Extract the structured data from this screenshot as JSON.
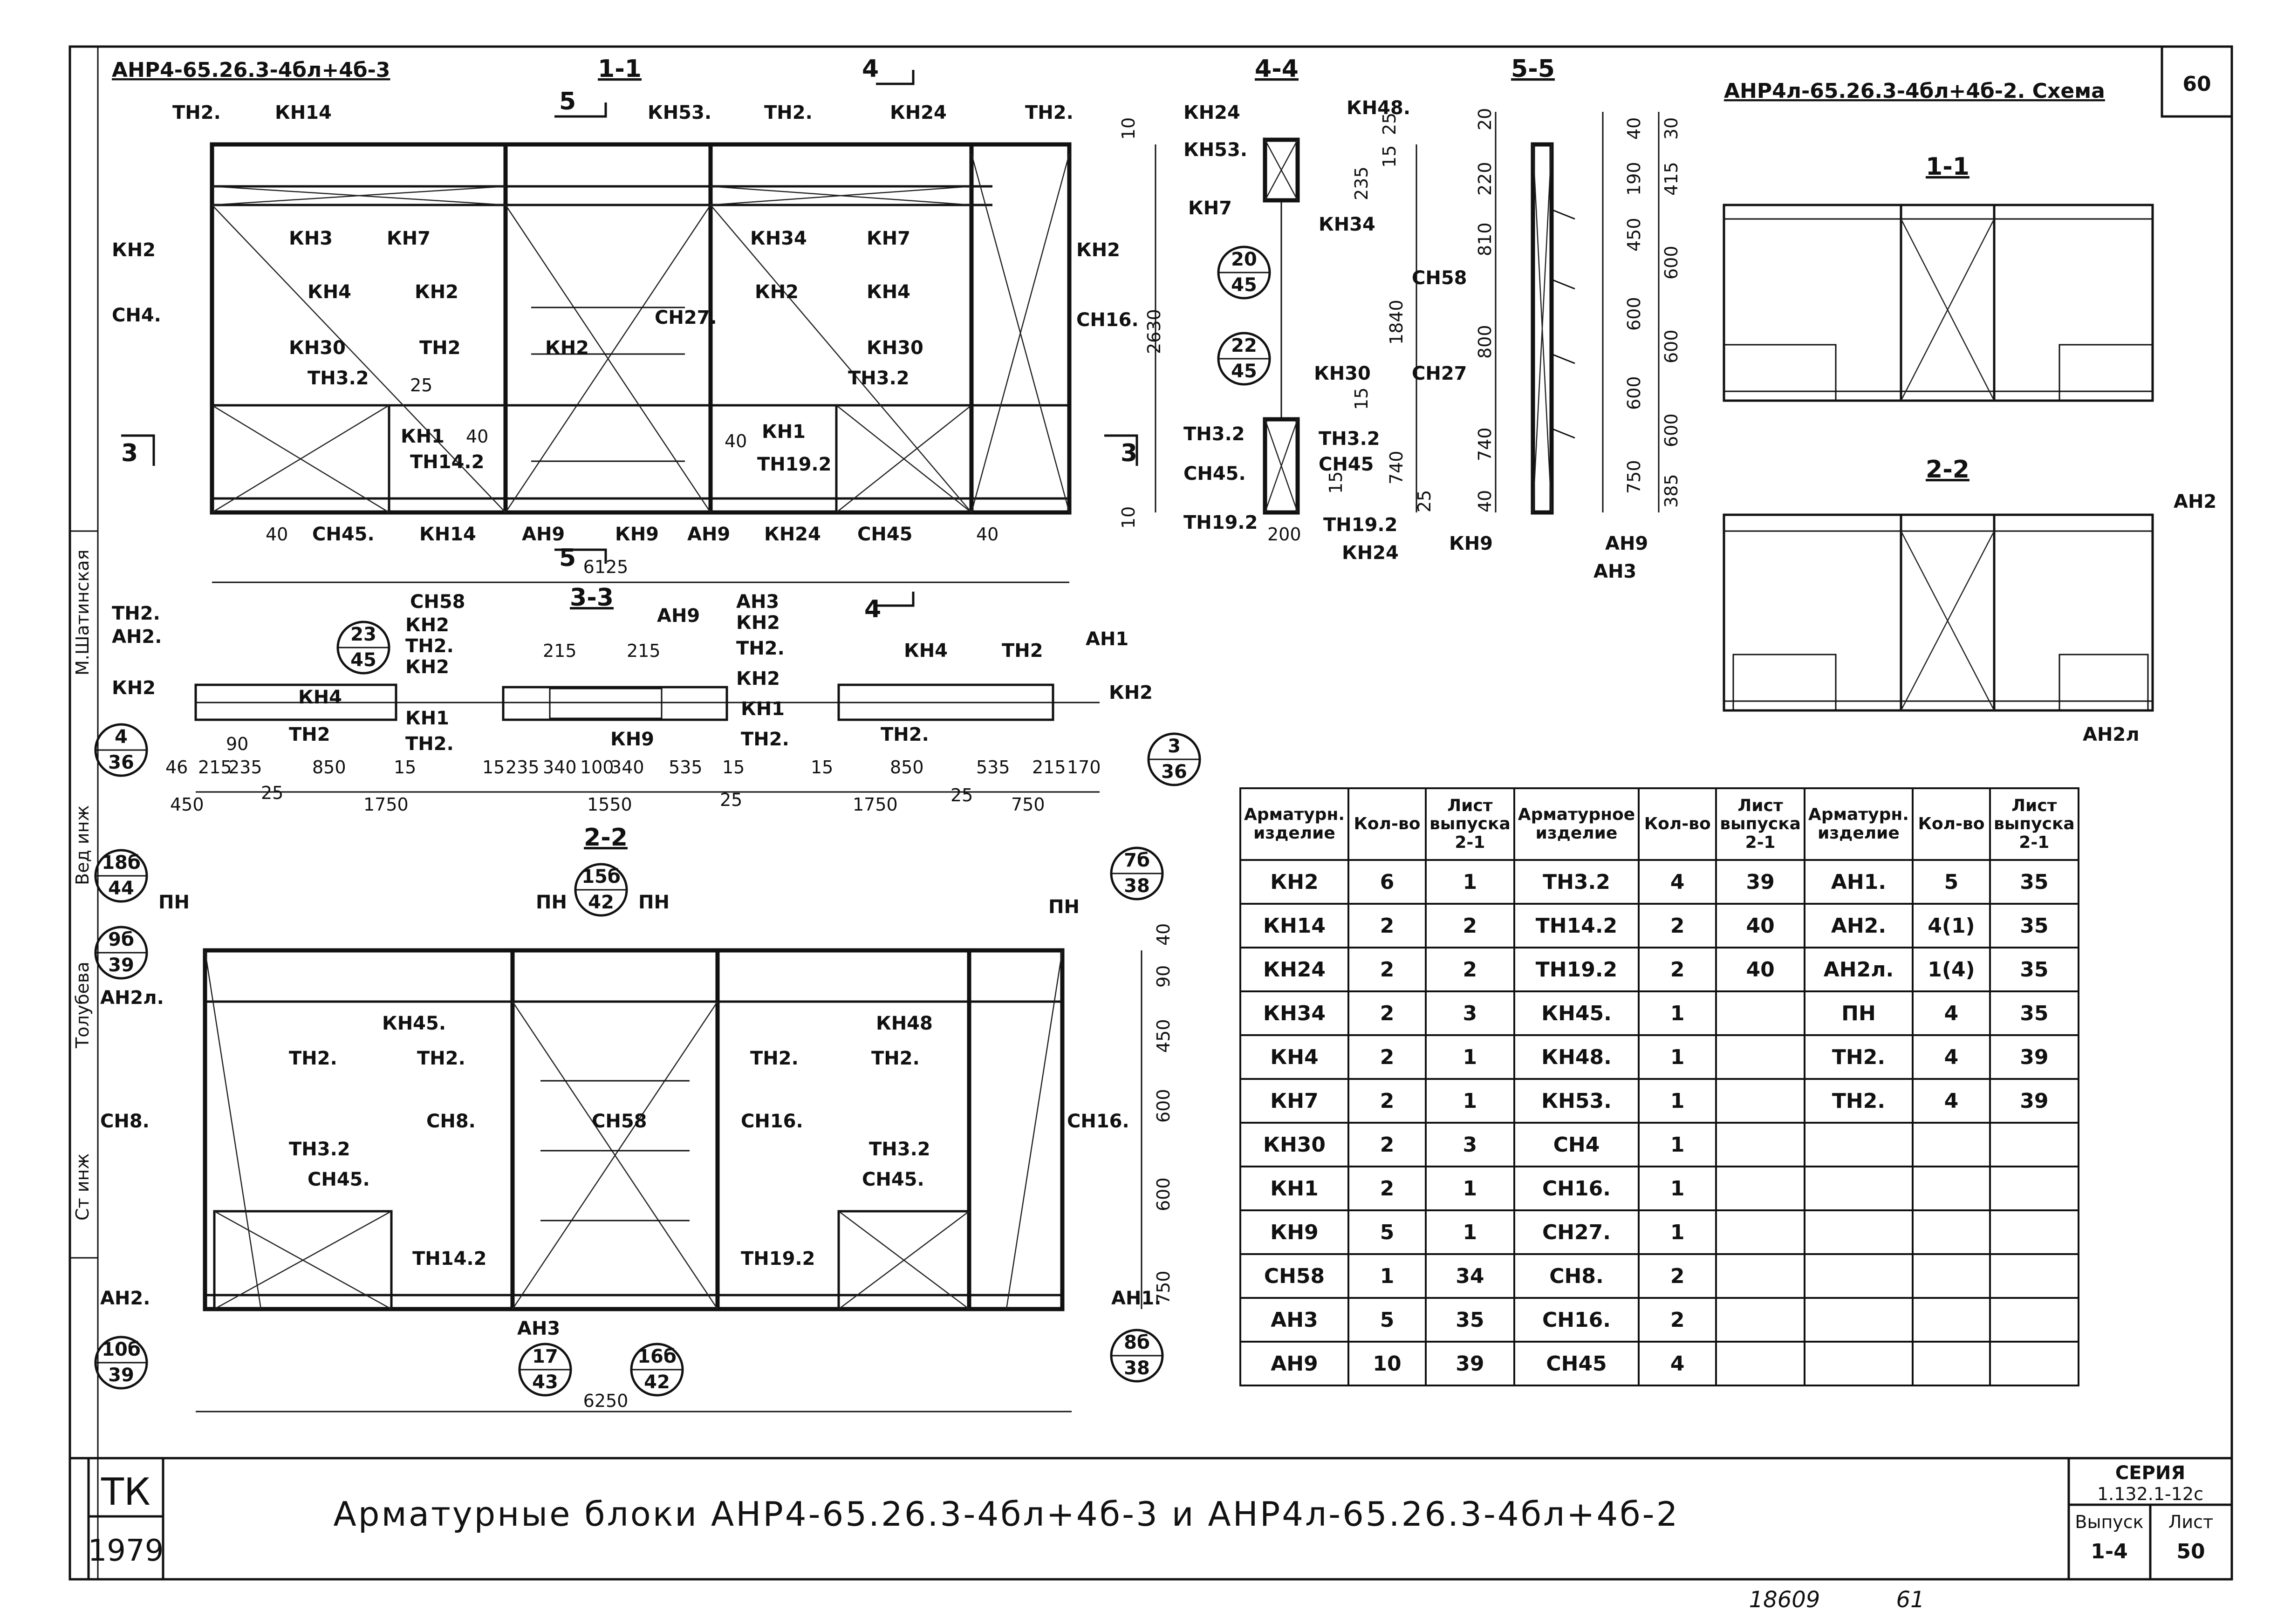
{
  "sheet": {
    "sheet_number": "60",
    "tk_label": "ТК",
    "tk_year": "1979",
    "title": "Арматурные блоки АНР4-65.26.3-4бл+4б-3 и АНР4л-65.26.3-4бл+4б-2",
    "series_label": "СЕРИЯ",
    "series_value": "1.132.1-12с",
    "issue_label": "Выпуск",
    "issue_value": "1-4",
    "list_label": "Лист",
    "list_value": "50",
    "archive_number": "18609",
    "archive_page": "61",
    "signatures": [
      "Ст инж",
      "Вед инж",
      "Толубева",
      "М.Шатинская"
    ]
  },
  "main_block": {
    "mark": "АНР4-65.26.3-4бл+4б-3",
    "section_top": "1-1",
    "section_side_44": "4-4",
    "section_side_55": "5-5",
    "section_33": "3-3",
    "section_22": "2-2",
    "top_labels": [
      "ТН2.",
      "КН14",
      "КН53.",
      "ТН2.",
      "КН24",
      "ТН2.",
      "КН2",
      "СН4.",
      "КН3",
      "КН7",
      "КН34",
      "КН7",
      "КН4",
      "КН2",
      "КН2",
      "КН4",
      "СН27.",
      "КН2",
      "КН30",
      "ТН2",
      "КН30",
      "ТН3.2",
      "ТН3.2",
      "КН1",
      "ТН14.2",
      "КН1",
      "ТН19.2",
      "КН2",
      "СН16.",
      "АН9",
      "КН9",
      "АН9",
      "СН45.",
      "КН14",
      "КН24",
      "СН45"
    ],
    "top_dims": [
      "40",
      "40",
      "6125",
      "25",
      "40",
      "40",
      "10",
      "10",
      "2630",
      "5",
      "5",
      "3",
      "3",
      "4",
      "4"
    ],
    "sec44_labels": [
      "КН24",
      "КН48.",
      "КН53.",
      "КН7",
      "КН34",
      "КН30",
      "ТН3.2",
      "ТН3.2",
      "СН45.",
      "СН45",
      "ТН19.2",
      "ТН19.2",
      "КН24"
    ],
    "sec44_dims": [
      "235",
      "15",
      "25",
      "1840",
      "15",
      "740",
      "25",
      "200",
      "15"
    ],
    "sec44_circles": [
      [
        "20",
        "45"
      ],
      [
        "22",
        "45"
      ]
    ],
    "sec55_labels": [
      "СН58",
      "СН27",
      "КН9",
      "АН9",
      "АН3"
    ],
    "sec55_dims_left": [
      "20",
      "220",
      "810",
      "800",
      "740",
      "40"
    ],
    "sec55_dims_mid": [
      "40",
      "190",
      "450",
      "600",
      "600",
      "750"
    ],
    "sec55_dims_right": [
      "30",
      "415",
      "600",
      "600",
      "600",
      "385"
    ],
    "sec33_labels": [
      "ТН2.",
      "АН2.",
      "КН2",
      "ТН2",
      "КН4",
      "СН58",
      "КН2",
      "ТН2.",
      "КН2",
      "КН1",
      "ТН2.",
      "АН9",
      "АН3",
      "КН2",
      "ТН2.",
      "КН2",
      "КН1",
      "ТН2.",
      "КН9",
      "КН4",
      "ТН2",
      "АН1",
      "КН2",
      "ТН2."
    ],
    "sec33_dims": [
      "46",
      "215",
      "235",
      "90",
      "850",
      "15",
      "450",
      "25",
      "1750",
      "15",
      "235",
      "340",
      "100",
      "340",
      "535",
      "15",
      "1550",
      "25",
      "15",
      "850",
      "535",
      "215",
      "170",
      "1750",
      "25",
      "750",
      "215",
      "215"
    ],
    "sec33_circles": [
      [
        "23",
        "45"
      ],
      [
        "4",
        "36"
      ],
      [
        "3",
        "36"
      ]
    ],
    "sec22_labels": [
      "ПН",
      "ПН",
      "ПН",
      "ПН",
      "АН2л.",
      "КН45.",
      "КН48",
      "ТН2.",
      "ТН2.",
      "ТН2.",
      "ТН2.",
      "СН8.",
      "СН8.",
      "СН58",
      "СН16.",
      "СН16.",
      "ТН3.2",
      "ТН3.2",
      "СН45.",
      "СН45.",
      "ТН14.2",
      "ТН19.2",
      "АН2.",
      "АН1.",
      "АН3"
    ],
    "sec22_dims": [
      "40",
      "90",
      "450",
      "600",
      "600",
      "750",
      "6250"
    ],
    "sec22_circles": [
      [
        "18б",
        "44"
      ],
      [
        "9б",
        "39"
      ],
      [
        "15б",
        "42"
      ],
      [
        "7б",
        "38"
      ],
      [
        "10б",
        "39"
      ],
      [
        "17",
        "43"
      ],
      [
        "16б",
        "42"
      ],
      [
        "8б",
        "38"
      ]
    ]
  },
  "scheme": {
    "title": "АНР4л-65.26.3-4бл+4б-2. Схема",
    "section_a": "1-1",
    "section_b": "2-2",
    "labels": [
      "АН2",
      "АН2л"
    ]
  },
  "spec_table": {
    "headers": [
      "Арматурн. изделие",
      "Кол-во",
      "Лист выпуска 2-1",
      "Арматурное изделие",
      "Кол-во",
      "Лист выпуска 2-1",
      "Арматурн. изделие",
      "Кол-во",
      "Лист выпуска 2-1"
    ],
    "rows": [
      [
        "КН2",
        "6",
        "1",
        "ТН3.2",
        "4",
        "39",
        "АН1.",
        "5",
        "35"
      ],
      [
        "КН14",
        "2",
        "2",
        "ТН14.2",
        "2",
        "40",
        "АН2.",
        "4(1)",
        "35"
      ],
      [
        "КН24",
        "2",
        "2",
        "ТН19.2",
        "2",
        "40",
        "АН2л.",
        "1(4)",
        "35"
      ],
      [
        "КН34",
        "2",
        "3",
        "КН45.",
        "1",
        "",
        "ПН",
        "4",
        "35"
      ],
      [
        "КН4",
        "2",
        "1",
        "КН48.",
        "1",
        "",
        "ТН2.",
        "4",
        "39"
      ],
      [
        "КН7",
        "2",
        "1",
        "КН53.",
        "1",
        "",
        "ТН2.",
        "4",
        "39"
      ],
      [
        "КН30",
        "2",
        "3",
        "СН4",
        "1",
        "",
        "",
        "",
        ""
      ],
      [
        "КН1",
        "2",
        "1",
        "СН16.",
        "1",
        "",
        "",
        "",
        ""
      ],
      [
        "КН9",
        "5",
        "1",
        "СН27.",
        "1",
        "",
        "",
        "",
        ""
      ],
      [
        "СН58",
        "1",
        "34",
        "СН8.",
        "2",
        "",
        "",
        "",
        ""
      ],
      [
        "АН3",
        "5",
        "35",
        "СН16.",
        "2",
        "",
        "",
        "",
        ""
      ],
      [
        "АН9",
        "10",
        "39",
        "СН45",
        "4",
        "",
        "",
        "",
        ""
      ]
    ]
  }
}
